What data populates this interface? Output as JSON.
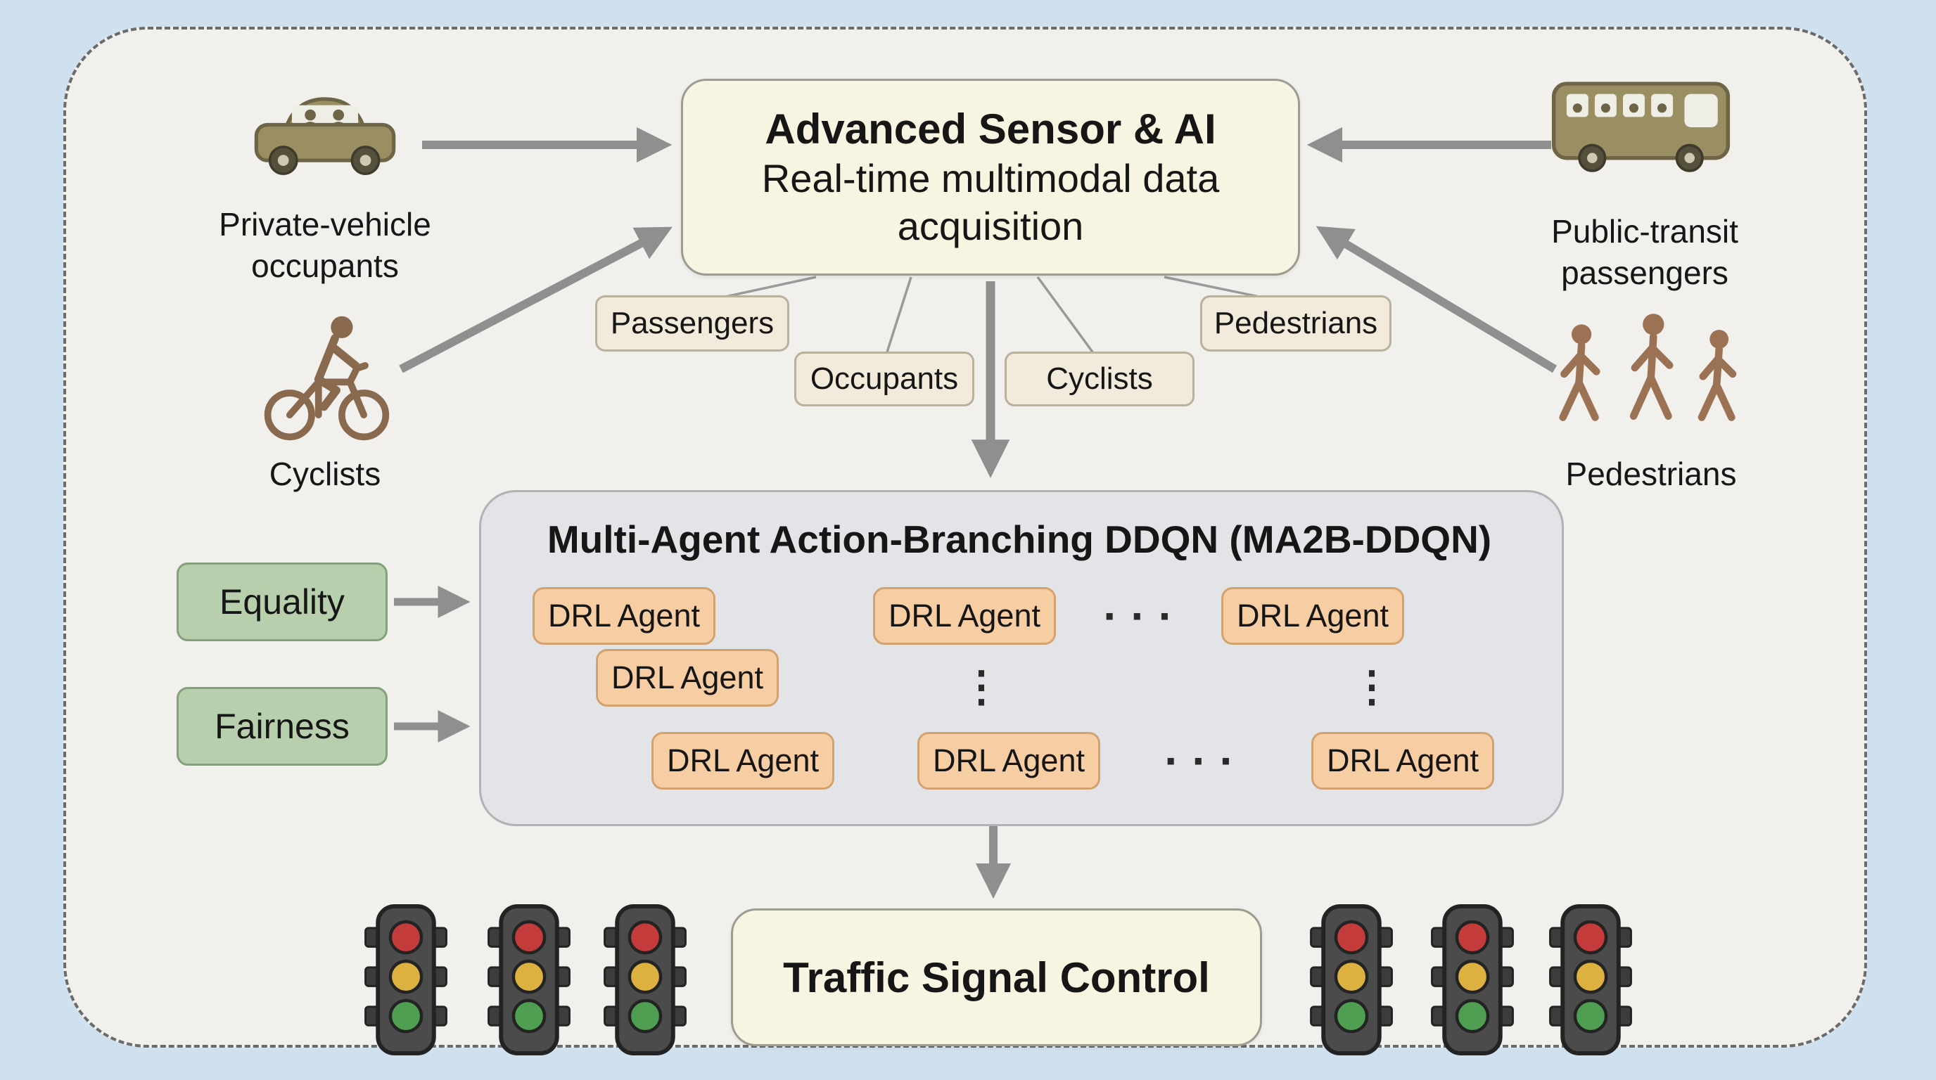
{
  "sensor_box": {
    "title": "Advanced Sensor & AI",
    "subtitle": "Real-time multimodal data acquisition"
  },
  "actors": {
    "private_vehicle": {
      "label": "Private-vehicle occupants",
      "icon": "car-icon"
    },
    "public_transit": {
      "label": "Public-transit passengers",
      "icon": "bus-icon"
    },
    "cyclists": {
      "label": "Cyclists",
      "icon": "cyclist-icon"
    },
    "pedestrians": {
      "label": "Pedestrians",
      "icon": "pedestrians-icon"
    }
  },
  "data_tags": [
    "Passengers",
    "Occupants",
    "Cyclists",
    "Pedestrians"
  ],
  "ma2b": {
    "title": "Multi-Agent Action-Branching DDQN (MA2B-DDQN)",
    "agent_label": "DRL Agent",
    "h_ellipsis": "· · ·",
    "v_ellipsis": "⋮"
  },
  "constraints": [
    "Equality",
    "Fairness"
  ],
  "output_box": {
    "label": "Traffic Signal Control"
  },
  "traffic_lights": {
    "left_count": 3,
    "right_count": 3
  },
  "colors": {
    "background": "#cfe0ef",
    "panel": "#f1f0ed",
    "cream_box": "#f7f4e1",
    "tag_box": "#f2ebdb",
    "ma2b_box": "#e3e4e7",
    "agent_box": "#f7cda3",
    "agent_border": "#d2a370",
    "constraint_box": "#b8cfae",
    "arrow": "#8f8f8f",
    "vehicle_icon": "#9a8e63",
    "person_icon": "#9b7254",
    "light_red": "#c43b3b",
    "light_yellow": "#ddb13f",
    "light_green": "#4f9e52"
  }
}
